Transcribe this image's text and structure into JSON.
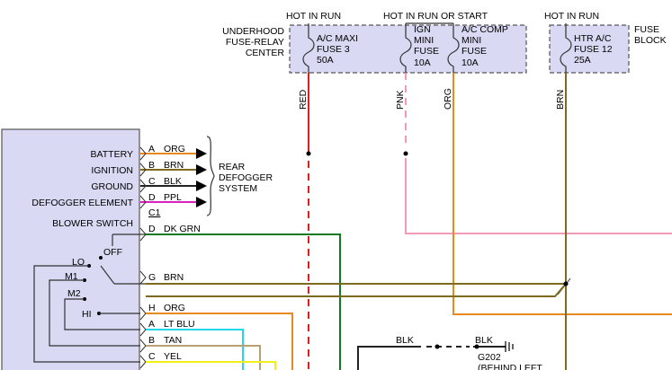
{
  "top": {
    "hot_in_run_1": "HOT IN RUN",
    "hot_in_run_or_start": "HOT IN RUN OR START",
    "hot_in_run_2": "HOT IN RUN"
  },
  "underhood": {
    "l1": "UNDERHOOD",
    "l2": "FUSE-RELAY",
    "l3": "CENTER"
  },
  "fuse_block": {
    "l1": "FUSE",
    "l2": "BLOCK"
  },
  "fuses": {
    "ac_maxi": {
      "l1": "A/C MAXI",
      "l2": "FUSE 3",
      "l3": "50A"
    },
    "ign_mini": {
      "l1": "IGN",
      "l2": "MINI",
      "l3": "FUSE",
      "l4": "10A"
    },
    "ac_comp": {
      "l1": "A/C COMP",
      "l2": "MINI",
      "l3": "FUSE",
      "l4": "10A"
    },
    "htr_ac": {
      "l1": "HTR A/C",
      "l2": "FUSE 12",
      "l3": "25A"
    }
  },
  "wire_labels": {
    "red": "RED",
    "pnk": "PNK",
    "org": "ORG",
    "brn": "BRN"
  },
  "left_labels": {
    "battery": "BATTERY",
    "ignition": "IGNITION",
    "ground": "GROUND",
    "defogger_element": "DEFOGGER ELEMENT",
    "blower_switch": "BLOWER SWITCH",
    "off": "OFF",
    "lo": "LO",
    "m1": "M1",
    "m2": "M2",
    "hi": "HI"
  },
  "pins": {
    "A1": "A",
    "B1": "B",
    "C1p": "C",
    "D1": "D",
    "D2": "D",
    "G": "G",
    "H": "H",
    "A2": "A",
    "B2": "B",
    "C2": "C"
  },
  "pin_colors": {
    "A1": "ORG",
    "B1": "BRN",
    "C1p": "BLK",
    "D1": "PPL",
    "D2": "DK GRN",
    "G": "BRN",
    "H": "ORG",
    "A2": "LT BLU",
    "B2": "TAN",
    "C2": "YEL"
  },
  "rear_defogger": {
    "l1": "REAR",
    "l2": "DEFOGGER",
    "l3": "SYSTEM"
  },
  "connector_c1": "C1",
  "ground": {
    "blk1": "BLK",
    "blk2": "BLK",
    "g202": "G202",
    "behind": "(BEHIND LEFT"
  },
  "colors": {
    "box_fill": "#d9d9f3",
    "red": "#e01e1e",
    "pink": "#f29ab5",
    "orange": "#e8891d",
    "brown": "#7d6a1e",
    "black": "#222222",
    "magenta": "#d81fbf",
    "dark_green": "#0f7a1f",
    "light_blue": "#22d8e8",
    "tan": "#b8a070",
    "yellow": "#f2ee1a"
  }
}
